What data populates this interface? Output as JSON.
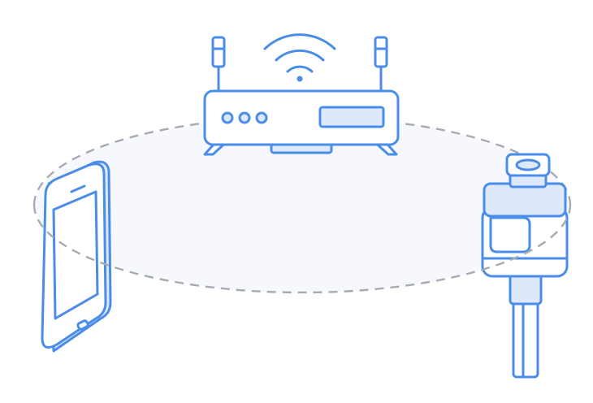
{
  "diagram": {
    "devices": [
      {
        "id": "router",
        "icon": "wifi-router-icon"
      },
      {
        "id": "phone",
        "icon": "smartphone-icon"
      },
      {
        "id": "water-meter",
        "icon": "water-meter-icon"
      }
    ],
    "connection": {
      "style": "dashed",
      "shape": "ellipse"
    }
  },
  "colors": {
    "stroke": "#4a8de8",
    "fill_light": "#dde9fb",
    "fill_white": "#ffffff",
    "ellipse_fill": "#f6f8fd",
    "dash": "#a6aab2",
    "background": "#ffffff"
  }
}
